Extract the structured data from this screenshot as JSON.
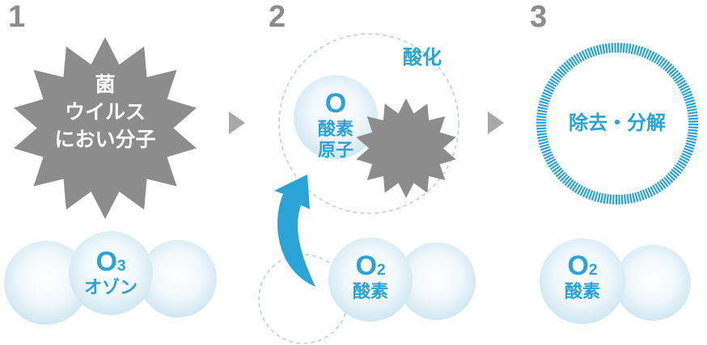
{
  "steps": [
    {
      "number": "1",
      "target_label": [
        "菌",
        "ウイルス",
        "におい分子"
      ],
      "molecule": {
        "symbol": "O",
        "subscript": "3",
        "name": "オゾン"
      }
    },
    {
      "number": "2",
      "action": "酸化",
      "atom": {
        "symbol": "O",
        "name": [
          "酸素",
          "原子"
        ]
      },
      "molecule": {
        "symbol": "O",
        "subscript": "2",
        "name": "酸素"
      }
    },
    {
      "number": "3",
      "result": "除去・分解",
      "molecule": {
        "symbol": "O",
        "subscript": "2",
        "name": "酸素"
      }
    }
  ],
  "colors": {
    "step_number": "#8c8c8c",
    "germ": "#8c8c8c",
    "accent": "#2aa3d6",
    "molecule_fill": "#e6f3f8",
    "dashed": "#b9d6cf",
    "arrow_head": "#a8a8a8"
  }
}
